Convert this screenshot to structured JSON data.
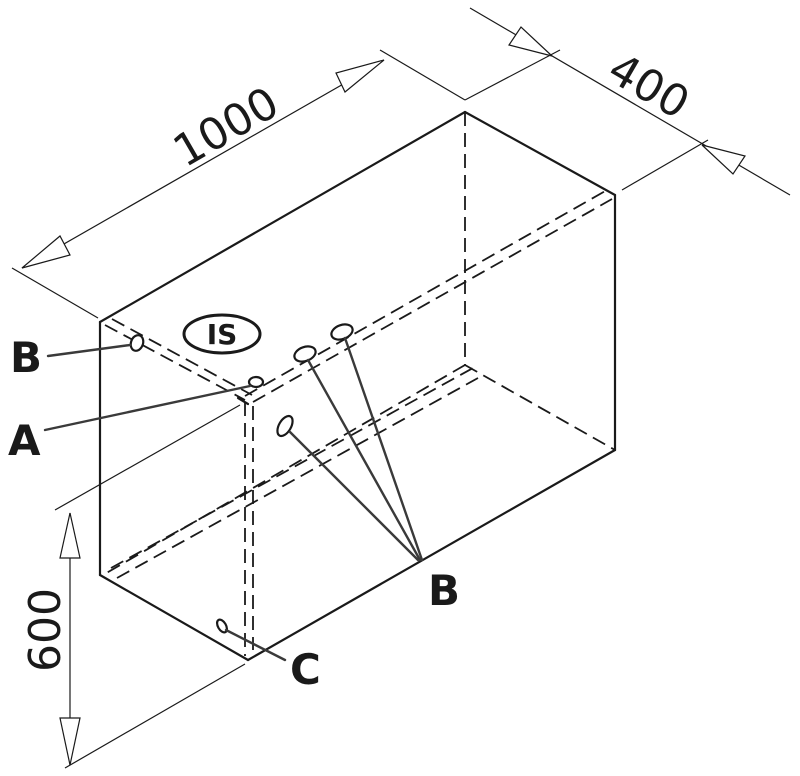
{
  "dimensions": {
    "length": "1000",
    "depth": "400",
    "height": "600"
  },
  "badge": "IS",
  "labels": {
    "top_left": "B",
    "a": "A",
    "b": "B",
    "c": "C"
  }
}
